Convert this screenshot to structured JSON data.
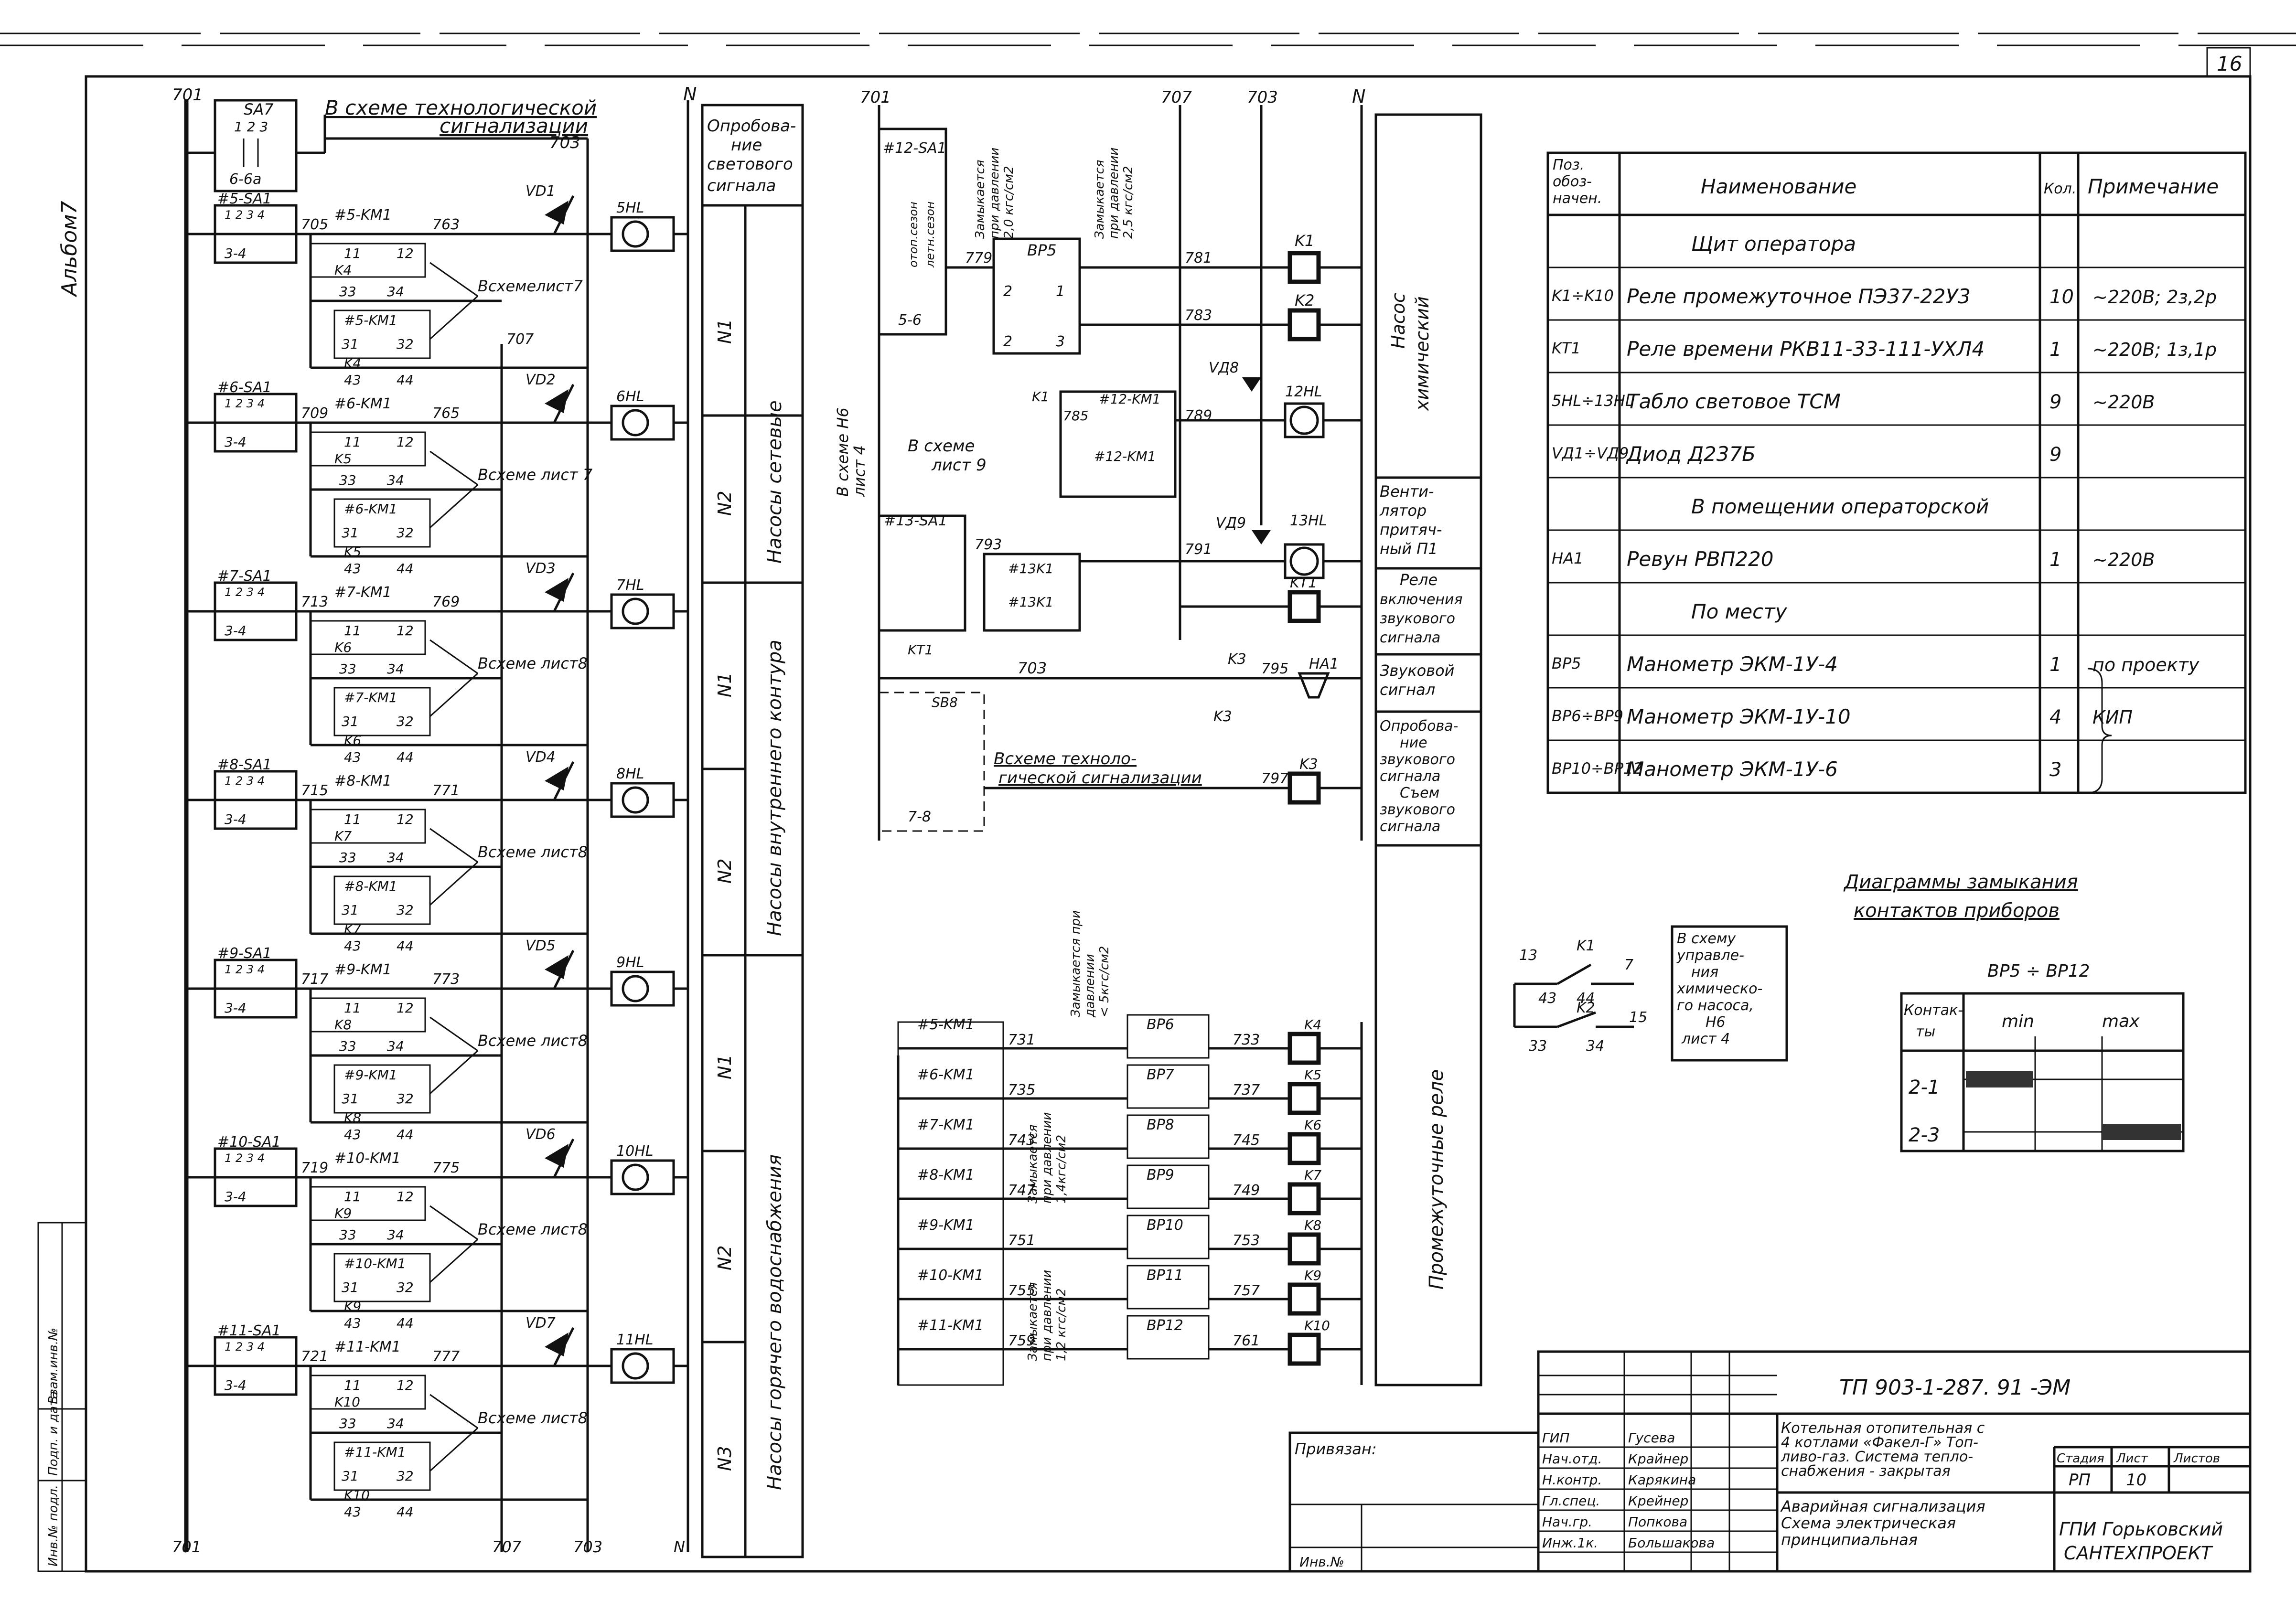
{
  "sheet_no": "16",
  "margin_label": "Альбом7",
  "margin_stamp": [
    "Инв.№ подл.",
    "Подп. и дата",
    "Взам.инв.№"
  ],
  "left": {
    "top_note": [
      "В схеме технологической",
      "сигнализации"
    ],
    "wire_703": "703",
    "bus_701": "701",
    "bus_n": "N",
    "sa7": {
      "name": "SA7",
      "pos": "1 2 3",
      "contact": "6-6a"
    },
    "units": [
      {
        "sa": "#5-SA1",
        "km": "#5-KM1",
        "k": "K4",
        "vd": "VD1",
        "hl": "5HL",
        "w1": "705",
        "w2": "763",
        "ref": "Всхемелист7",
        "extra": "707"
      },
      {
        "sa": "#6-SA1",
        "km": "#6-KM1",
        "k": "K5",
        "vd": "VD2",
        "hl": "6HL",
        "w1": "709",
        "w2": "765",
        "ref": "Всхеме лист 7",
        "extra": ""
      },
      {
        "sa": "#7-SA1",
        "km": "#7-KM1",
        "k": "K6",
        "vd": "VD3",
        "hl": "7HL",
        "w1": "713",
        "w2": "769",
        "ref": "Всхеме лист8",
        "extra": ""
      },
      {
        "sa": "#8-SA1",
        "km": "#8-KM1",
        "k": "K7",
        "vd": "VD4",
        "hl": "8HL",
        "w1": "715",
        "w2": "771",
        "ref": "Всхеме лист8",
        "extra": ""
      },
      {
        "sa": "#9-SA1",
        "km": "#9-KM1",
        "k": "K8",
        "vd": "VD5",
        "hl": "9HL",
        "w1": "717",
        "w2": "773",
        "ref": "Всхеме лист8",
        "extra": ""
      },
      {
        "sa": "#10-SA1",
        "km": "#10-KM1",
        "k": "K9",
        "vd": "VD6",
        "hl": "10HL",
        "w1": "719",
        "w2": "775",
        "ref": "Всхеме лист8",
        "extra": ""
      },
      {
        "sa": "#11-SA1",
        "km": "#11-KM1",
        "k": "K10",
        "vd": "VD7",
        "hl": "11HL",
        "w1": "721",
        "w2": "777",
        "ref": "Всхеме лист8",
        "extra": ""
      }
    ],
    "sa_pos": "1 2 3 4",
    "sa_contact": "3-4",
    "contacts": [
      "11",
      "12",
      "33",
      "34",
      "31",
      "32",
      "43",
      "44"
    ],
    "bottom_wires": [
      "701",
      "707",
      "703",
      "N"
    ]
  },
  "side1": {
    "header": [
      "Опробова-",
      "ние",
      "светового",
      "сигнала"
    ],
    "groups": [
      {
        "title": "Насосы сетевые",
        "rows": [
          "N1",
          "N2"
        ]
      },
      {
        "title": "Насосы внутреннего контура",
        "rows": [
          "N1",
          "N2"
        ]
      },
      {
        "title": "Насосы горячего водоснабжения",
        "rows": [
          "N1",
          "N2",
          "N3"
        ]
      }
    ]
  },
  "middle": {
    "top_wires": [
      "701",
      "707",
      "703",
      "N"
    ],
    "sa12": {
      "name": "#12-SA1",
      "modes": [
        "отоп.сезон",
        "летн.сезон"
      ],
      "contact": "5-6"
    },
    "bp5": {
      "name": "BP5",
      "c1": "2",
      "c2": "1",
      "c3": "2",
      "c4": "3"
    },
    "bp5_note_a": [
      "Замыкается",
      "при давлении",
      "2,0 кгс/см2"
    ],
    "bp5_note_b": [
      "Замыкается",
      "при давлении",
      "2,5 кгс/см2"
    ],
    "ref_h6": [
      "В схеме Н6",
      "лист 4"
    ],
    "ref_l9": [
      "В схеме",
      "лист 9"
    ],
    "wires": {
      "w779": "779",
      "w781": "781",
      "w783": "783",
      "w785": "785",
      "w789": "789",
      "w791": "791",
      "w793": "793",
      "w795": "795",
      "w797": "797",
      "w703": "703"
    },
    "k1": "K1",
    "k2": "K2",
    "k3": "K3",
    "kt1": "KT1",
    "ha1": "HA1",
    "vd8": "VД8",
    "vd9": "VД9",
    "hl12": "12HL",
    "hl13": "13HL",
    "km12": "#12-KM1",
    "km12b": "#12-KM1",
    "sa13": "#13-SA1",
    "k13a": "#13K1",
    "k13b": "#13K1",
    "sb8": "SB8",
    "sb8_contact": "7-8",
    "ref_tech": [
      "Всхеме техноло-",
      "гической сигнализации"
    ],
    "bp_group": {
      "note": [
        "Замыкается при",
        "давлении",
        "< 5кгс/см2"
      ],
      "note2": [
        "Замыкается",
        "при давлении",
        "1,4кгс/см2"
      ],
      "note3": [
        "Замыкается",
        "при давлении",
        "1,2 кгс/см2"
      ],
      "rows": [
        {
          "km": "#5-KM1",
          "bp": "BP6",
          "w": "731",
          "w2": "733",
          "k": "K4"
        },
        {
          "km": "#6-KM1",
          "bp": "BP7",
          "w": "735",
          "w2": "737",
          "k": "K5"
        },
        {
          "km": "#7-KM1",
          "bp": "BP8",
          "w": "743",
          "w2": "745",
          "k": "K6"
        },
        {
          "km": "#8-KM1",
          "bp": "BP9",
          "w": "747",
          "w2": "749",
          "k": "K7"
        },
        {
          "km": "#9-KM1",
          "bp": "BP10",
          "w": "751",
          "w2": "753",
          "k": "K8"
        },
        {
          "km": "#10-KM1",
          "bp": "BP11",
          "w": "755",
          "w2": "757",
          "k": "K9"
        },
        {
          "km": "#11-KM1",
          "bp": "BP12",
          "w": "759",
          "w2": "761",
          "k": "K10"
        }
      ]
    }
  },
  "side2": {
    "rows": [
      [
        "Насос",
        "химический"
      ],
      [
        "Венти-",
        "лятор",
        "притяч-",
        "ный П1"
      ],
      [
        "Реле",
        "включения",
        "звукового",
        "сигнала"
      ],
      [
        "Звуковой",
        "сигнал"
      ],
      [
        "Опробова-",
        "ние",
        "звукового",
        "сигнала",
        "Съем",
        "звукового",
        "сигнала"
      ],
      [
        "Промежуточные реле"
      ]
    ]
  },
  "spec": {
    "head": {
      "pos": [
        "Поз.",
        "обоз-",
        "начен."
      ],
      "name": "Наименование",
      "qty": "Кол.",
      "note": "Примечание"
    },
    "rows": [
      {
        "pos": "",
        "name": "Щит оператора",
        "qty": "",
        "note": ""
      },
      {
        "pos": "K1÷K10",
        "name": "Реле промежуточное ПЭ37-22У3",
        "qty": "10",
        "note": "~220В; 2з,2р"
      },
      {
        "pos": "KT1",
        "name": "Реле времени РКВ11-33-111-УХЛ4",
        "qty": "1",
        "note": "~220В; 1з,1р"
      },
      {
        "pos": "5HL÷13HL",
        "name": "Табло световое ТСМ",
        "qty": "9",
        "note": "~220В"
      },
      {
        "pos": "VД1÷VД9",
        "name": "Диод Д237Б",
        "qty": "9",
        "note": ""
      },
      {
        "pos": "",
        "name": "В помещении операторской",
        "qty": "",
        "note": ""
      },
      {
        "pos": "HA1",
        "name": "Ревун РВП220",
        "qty": "1",
        "note": "~220В"
      },
      {
        "pos": "",
        "name": "По месту",
        "qty": "",
        "note": ""
      },
      {
        "pos": "BP5",
        "name": "Манометр ЭКМ-1У-4",
        "qty": "1",
        "note": "по проекту"
      },
      {
        "pos": "BP6÷BP9",
        "name": "Манометр ЭКМ-1У-10",
        "qty": "4",
        "note": "КИП"
      },
      {
        "pos": "BP10÷BP12",
        "name": "Манометр ЭКМ-1У-6",
        "qty": "3",
        "note": ""
      }
    ]
  },
  "small_circuit": {
    "k1": "K1",
    "k2": "K2",
    "n13": "13",
    "n43": "43",
    "n44": "44",
    "n7": "7",
    "n33": "33",
    "n34": "34",
    "n15": "15",
    "ref": [
      "В схему",
      "управле-",
      "ния",
      "химическо-",
      "го насоса,",
      "Н6",
      "лист 4"
    ]
  },
  "diagram": {
    "title": [
      "Диаграммы замыкания",
      "контактов приборов"
    ],
    "subtitle": "BP5 ÷ BP12",
    "head": [
      "Контак-",
      "ты",
      "min",
      "max"
    ],
    "rows": [
      {
        "contact": "2-1",
        "closed_at": "min"
      },
      {
        "contact": "2-3",
        "closed_at": "max"
      }
    ]
  },
  "title_block": {
    "code": "ТП 903-1-287. 91 -ЭМ",
    "attached": "Привязан:",
    "inv": "Инв.№",
    "staff": [
      {
        "role": "ГИП",
        "name": "Гусева"
      },
      {
        "role": "Нач.отд.",
        "name": "Крайнер"
      },
      {
        "role": "Н.контр.",
        "name": "Карякина"
      },
      {
        "role": "Гл.спец.",
        "name": "Крейнер"
      },
      {
        "role": "Нач.гр.",
        "name": "Попкова"
      },
      {
        "role": "Инж.1к.",
        "name": "Большакова"
      }
    ],
    "project": [
      "Котельная отопительная с",
      "4 котлами «Факел-Г» Топ-",
      "ливо-газ. Система тепло-",
      "снабжения - закрытая"
    ],
    "sheet_title": [
      "Аварийная сигнализация",
      "Схема электрическая",
      "принципиальная"
    ],
    "stage_h": "Стадия",
    "sheet_h": "Лист",
    "sheets_h": "Листов",
    "stage": "РП",
    "sheet": "10",
    "org": [
      "ГПИ Горьковский",
      "САНТЕХПРОЕКТ"
    ]
  }
}
